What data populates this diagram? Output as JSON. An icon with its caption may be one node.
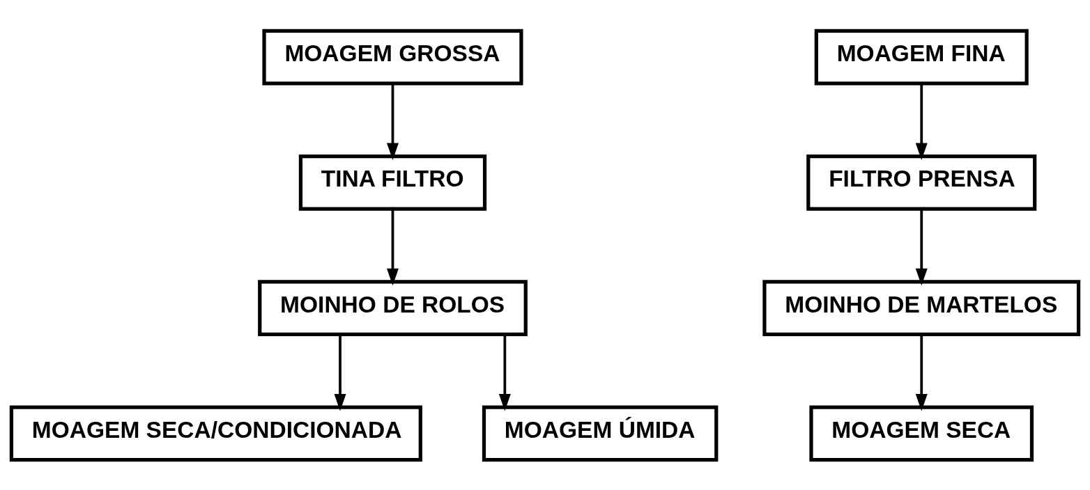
{
  "diagram": {
    "nodes": [
      {
        "text": [
          "MOAGEM GROSSA"
        ]
      },
      {
        "text": [
          "TINA FILTRO"
        ]
      },
      {
        "text": [
          "MOINHO DE ROLOS"
        ]
      },
      {
        "text": [
          "MOAGEM SECA/CONDICIONADA"
        ]
      },
      {
        "text": [
          "MOAGEM ÚMIDA"
        ]
      },
      {
        "text": [
          "MOAGEM FINA"
        ]
      },
      {
        "text": [
          "FILTRO PRENSA"
        ]
      },
      {
        "text": [
          "MOINHO DE MARTELOS"
        ]
      },
      {
        "text": [
          "MOAGEM SECA"
        ]
      }
    ],
    "edges": [
      {
        "from": 0,
        "to": 1,
        "arrow": "to"
      },
      {
        "from": 1,
        "to": 2,
        "arrow": "to"
      },
      {
        "from": 2,
        "to": 3,
        "arrow": "to"
      },
      {
        "from": 2,
        "to": 4,
        "arrow": "to"
      },
      {
        "from": 5,
        "to": 6,
        "arrow": "to"
      },
      {
        "from": 6,
        "to": 7,
        "arrow": "to"
      },
      {
        "from": 7,
        "to": 8,
        "arrow": "to"
      }
    ]
  }
}
